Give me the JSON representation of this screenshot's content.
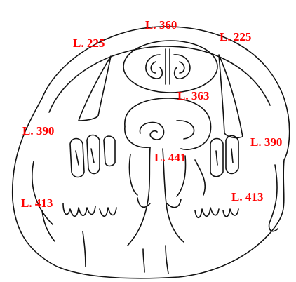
{
  "labels": {
    "top_center": "L. 360",
    "upper_left": "L. 225",
    "upper_right": "L. 225",
    "middle": "L. 363",
    "left": "L. 390",
    "right": "L. 390",
    "center": "L. 441",
    "lower_left": "L. 413",
    "lower_right": "L. 413"
  },
  "colors": {
    "label": "#ff0000",
    "line": "#111111",
    "background": "#ffffff"
  }
}
